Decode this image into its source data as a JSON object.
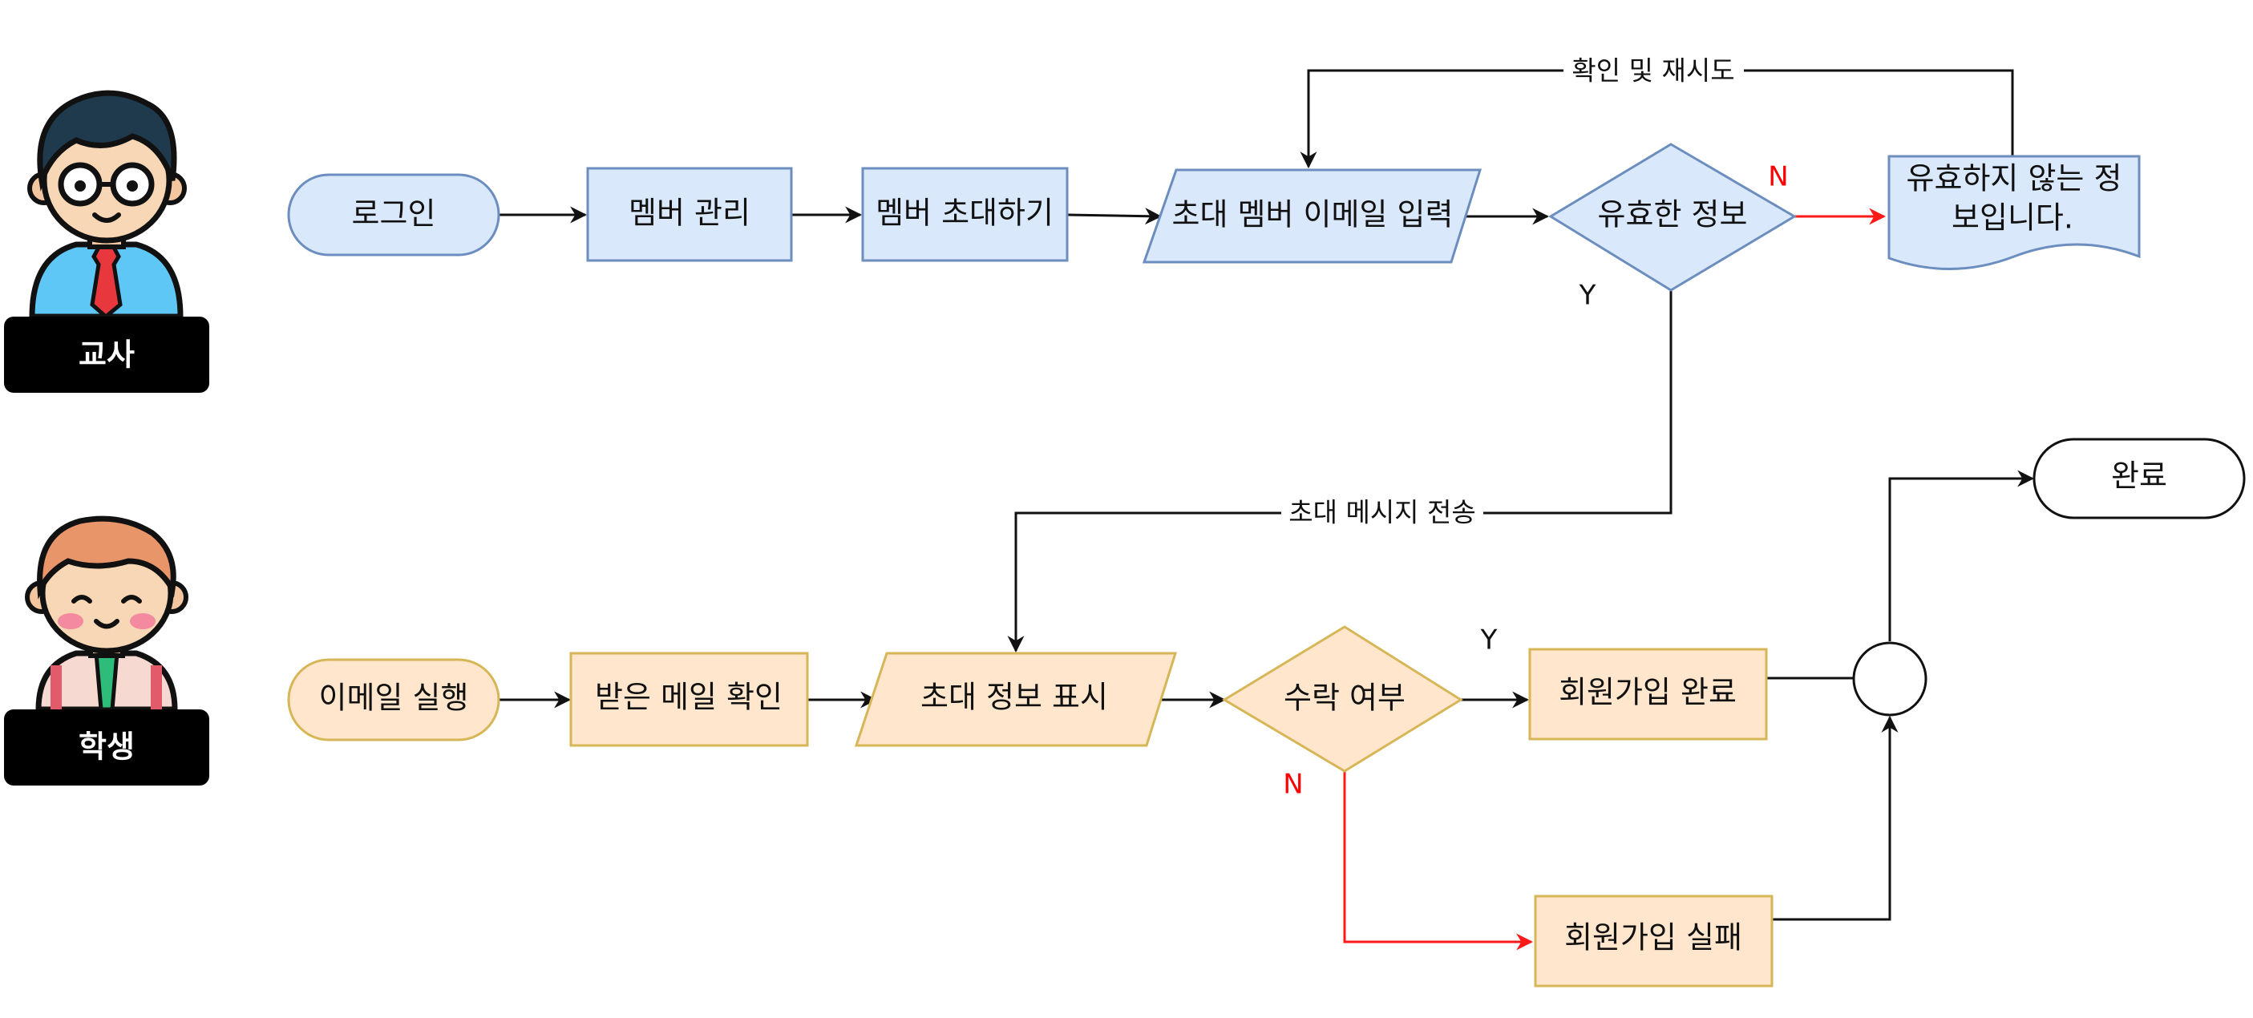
{
  "colors": {
    "teacher_fill": "#dae8fc",
    "teacher_stroke": "#6c8ebf",
    "student_fill": "#ffe6cc",
    "student_stroke": "#d6b656",
    "line": "#111111",
    "no_line": "#ff1a1a",
    "no_text": "#ff0000"
  },
  "actors": {
    "teacher": {
      "label": "교사",
      "icon": "teacher-avatar-icon"
    },
    "student": {
      "label": "학생",
      "icon": "student-avatar-icon"
    }
  },
  "teacher_flow": {
    "login": "로그인",
    "member_manage": "멤버 관리",
    "invite_member": "멤버 초대하기",
    "email_input": "초대 멤버 이메일 입력",
    "valid_check": "유효한 정보",
    "invalid_doc_line1": "유효하지 않는 정",
    "invalid_doc_line2": "보입니다."
  },
  "student_flow": {
    "run_email": "이메일 실행",
    "check_mail": "받은 메일 확인",
    "show_invite": "초대  정보 표시",
    "accept_check": "수락 여부",
    "join_done": "회원가입 완료",
    "join_fail": "회원가입 실패",
    "complete": "완료"
  },
  "edge_labels": {
    "retry": "확인 및 재시도",
    "send_invite": "초대 메시지 전송",
    "yes": "Y",
    "no": "N"
  }
}
